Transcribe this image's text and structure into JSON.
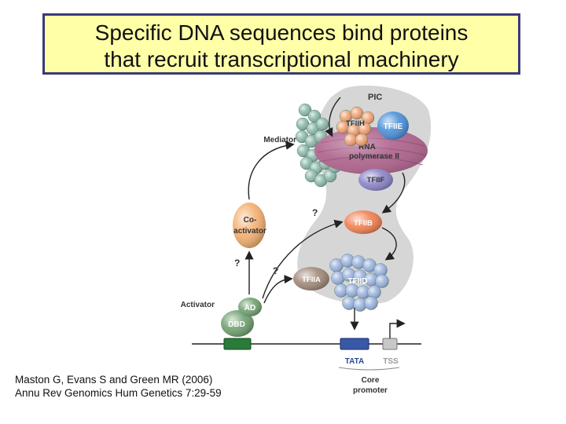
{
  "slide": {
    "title_line1": "Specific DNA sequences bind proteins",
    "title_line2": "that recruit transcriptional machinery",
    "citation_line1": "Maston G, Evans S and Green MR (2006)",
    "citation_line2": "Annu Rev Genomics Hum Genetics 7:29-59"
  },
  "diagram": {
    "pic": "PIC",
    "tfiih": "TFIIH",
    "tfiie": "TFIIE",
    "rna_pol_1": "RNA",
    "rna_pol_2": "polymerase II",
    "tfiif": "TFIIF",
    "tfiib": "TFIIB",
    "tfiia": "TFIIA",
    "tfiid": "TFIID",
    "mediator": "Mediator",
    "coactivator_1": "Co-",
    "coactivator_2": "activator",
    "activator": "Activator",
    "ad": "AD",
    "dbd": "DBD",
    "q1": "?",
    "q2": "?",
    "q3": "?",
    "tata": "TATA",
    "tss": "TSS",
    "core_1": "Core",
    "core_2": "promoter"
  },
  "colors": {
    "title_bg": "#ffffa8",
    "title_border": "#3a3a78",
    "pic_region": "#d6d6d6",
    "tfiih": "#f0a070",
    "tfiie": "#4a8fd8",
    "rna_pol": "#b06890",
    "tfiif": "#8a84c8",
    "tfiib": "#f08050",
    "tfiia": "#a08878",
    "tfiid": "#9ab2de",
    "mediator": "#8ab8a8",
    "coactivator": "#f4b070",
    "activator": "#70a070",
    "tata": "#3a58a8",
    "tss": "#c8c8c8",
    "dbd_box": "#2a7a3a"
  }
}
